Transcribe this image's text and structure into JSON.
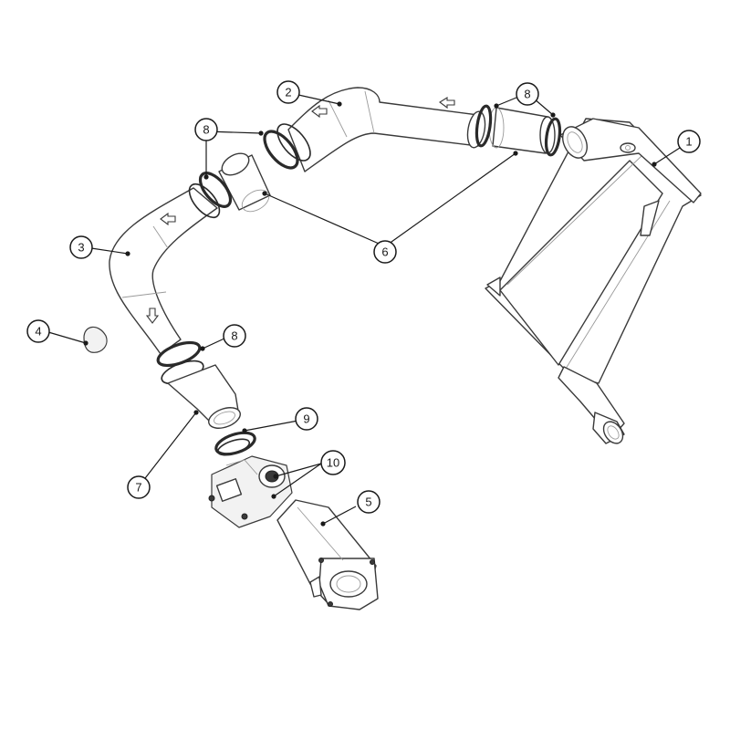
{
  "callouts": {
    "c1": "1",
    "c2": "2",
    "c3": "3",
    "c4": "4",
    "c5": "5",
    "c6": "6",
    "c7": "7",
    "c8a": "8",
    "c8b": "8",
    "c8c": "8",
    "c9": "9",
    "c10": "10"
  }
}
